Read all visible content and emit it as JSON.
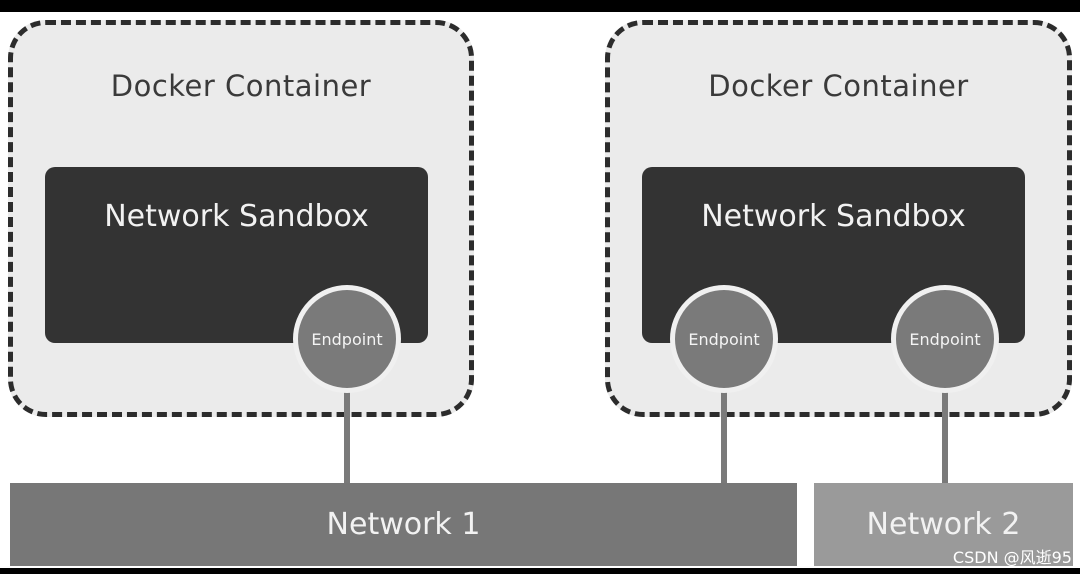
{
  "containers": [
    {
      "title": "Docker Container",
      "sandbox": "Network Sandbox",
      "endpoints": [
        "Endpoint"
      ]
    },
    {
      "title": "Docker Container",
      "sandbox": "Network Sandbox",
      "endpoints": [
        "Endpoint",
        "Endpoint"
      ]
    }
  ],
  "networks": [
    {
      "label": "Network 1"
    },
    {
      "label": "Network 2"
    }
  ],
  "connections": [
    {
      "endpoint": "container 1 endpoint",
      "network": "Network 1"
    },
    {
      "endpoint": "container 2 endpoint 1",
      "network": "Network 1"
    },
    {
      "endpoint": "container 2 endpoint 2",
      "network": "Network 2"
    }
  ],
  "watermark": "CSDN @风逝95",
  "colors": {
    "container_fill": "#ebebeb",
    "container_border": "#2c2c2c",
    "sandbox_fill": "#333333",
    "endpoint_fill": "#7a7a7a",
    "network_1_fill": "#777777",
    "network_2_fill": "#9a9a9a"
  }
}
